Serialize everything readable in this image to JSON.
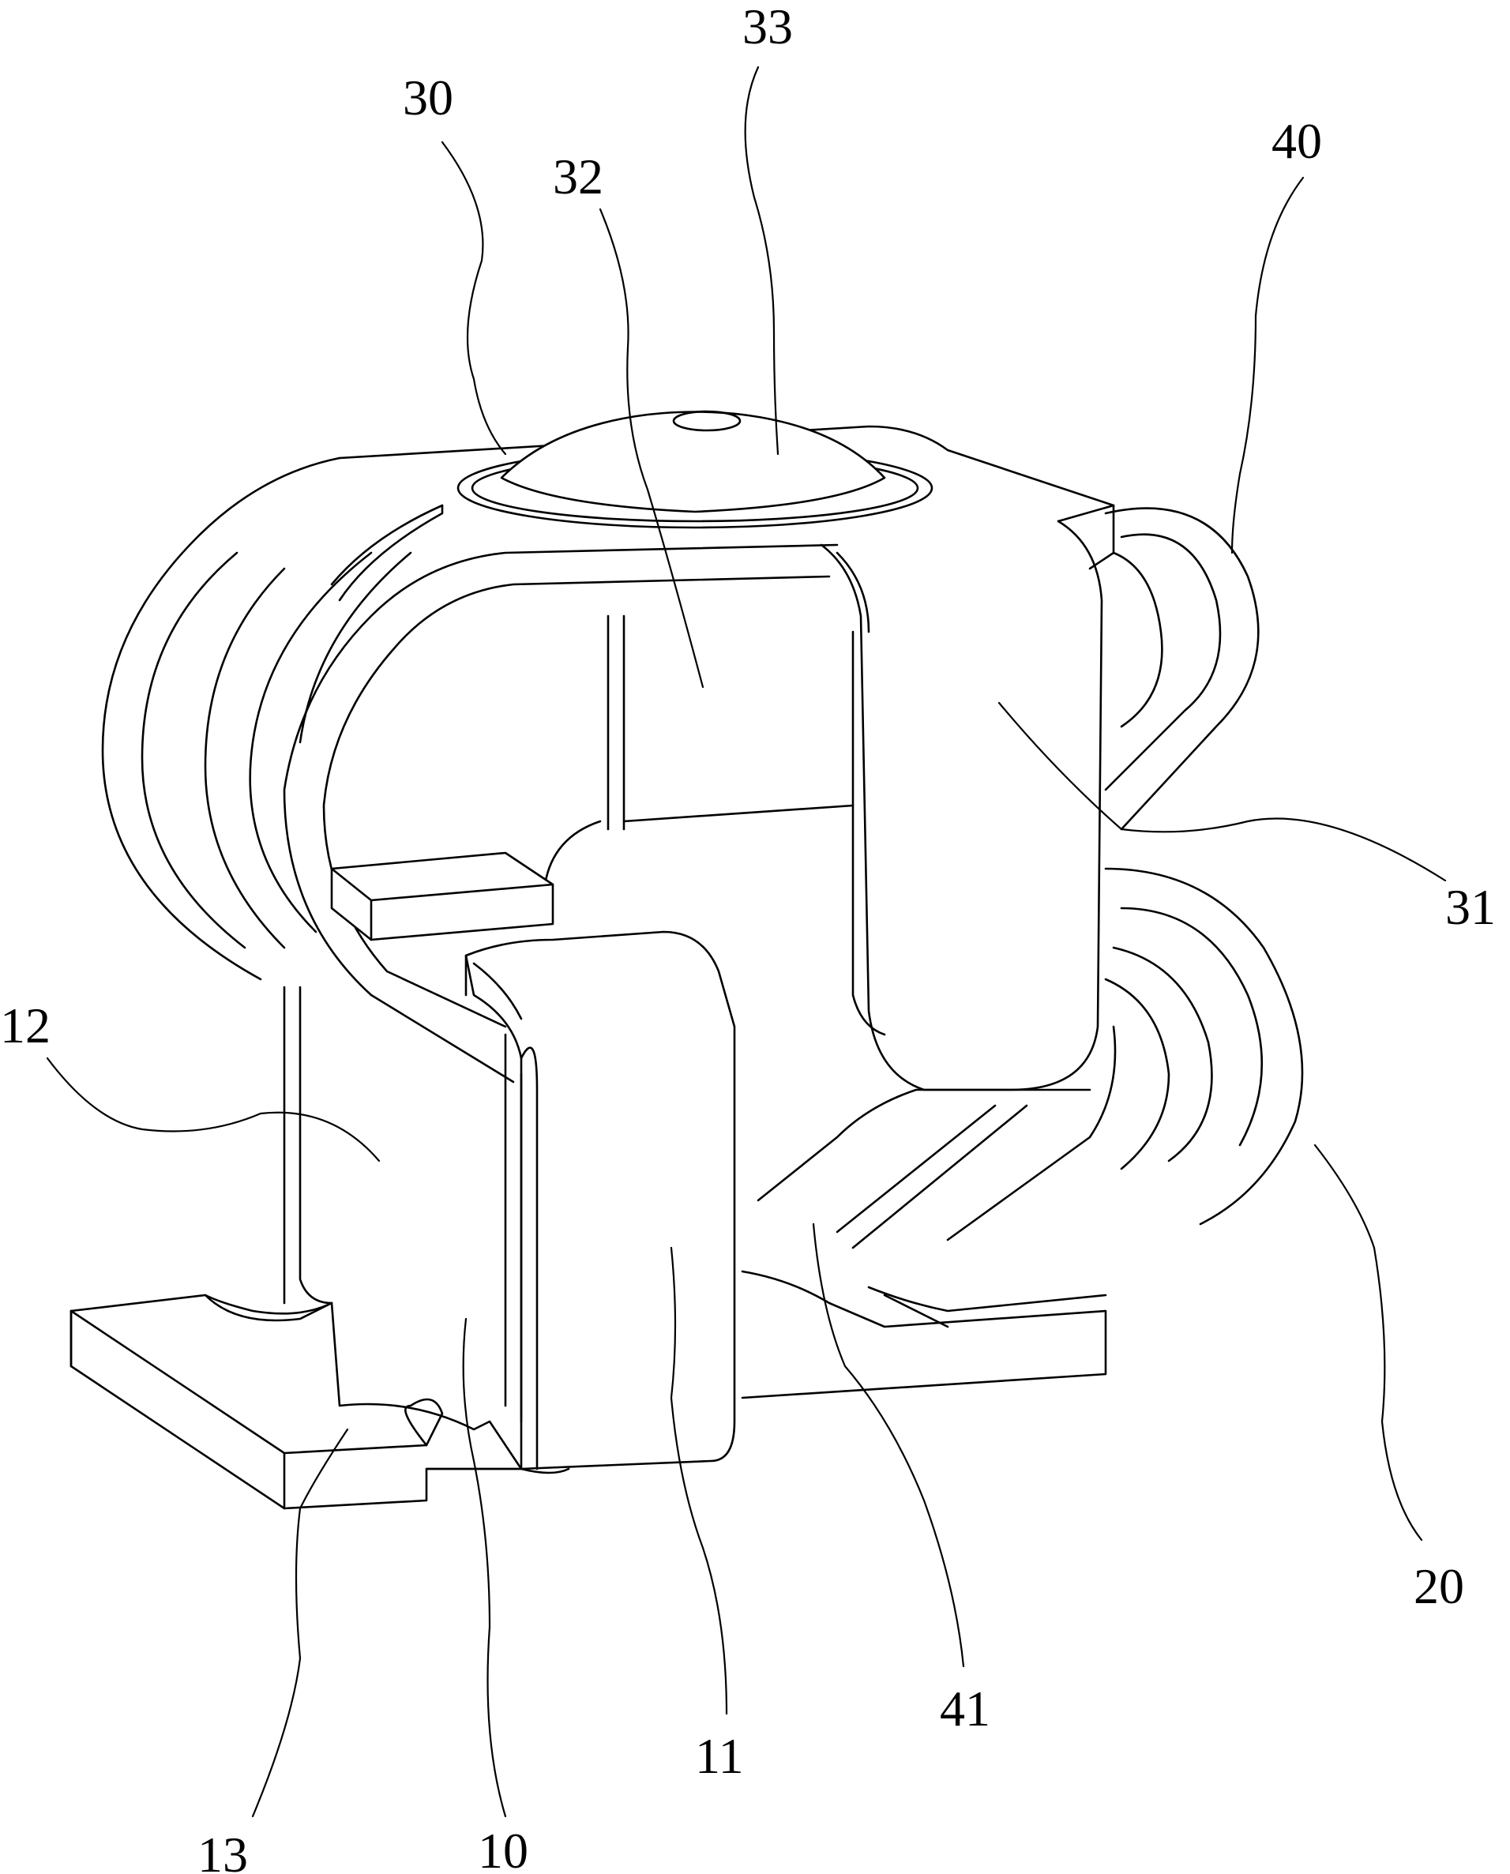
{
  "figure": {
    "type": "patent-drawing",
    "labels": {
      "l30": "30",
      "l33": "33",
      "l32": "32",
      "l40": "40",
      "l31": "31",
      "l12": "12",
      "l20": "20",
      "l41": "41",
      "l11": "11",
      "l13": "13",
      "l10": "10"
    }
  }
}
